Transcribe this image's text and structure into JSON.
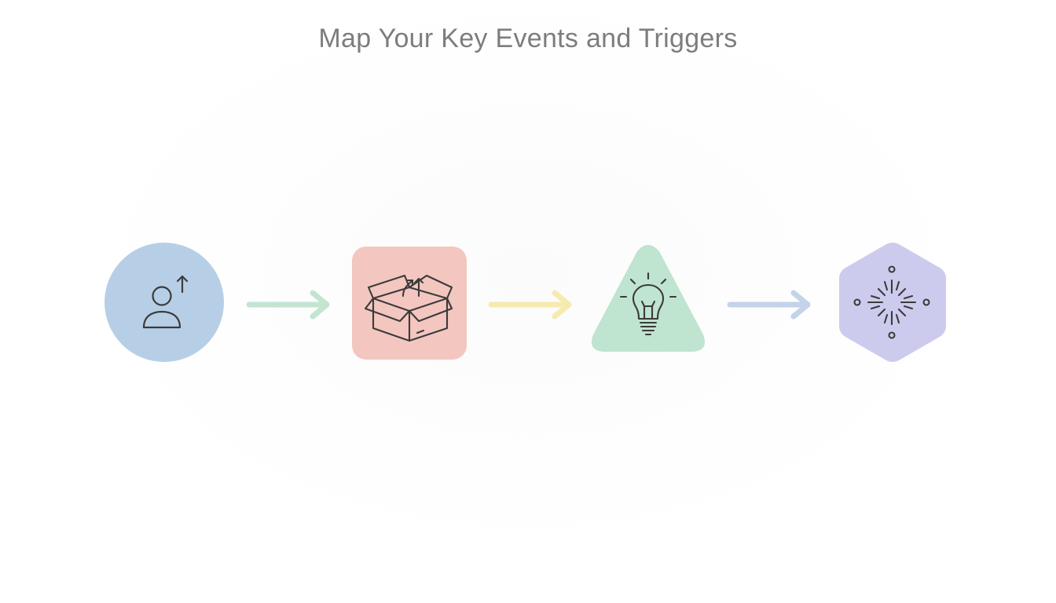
{
  "diagram": {
    "title": "Map Your Key Events and Triggers",
    "steps": [
      {
        "shape": "circle",
        "icon": "user-up-icon",
        "color": "#b7cfe6"
      },
      {
        "shape": "rounded-square",
        "icon": "open-box-icon",
        "color": "#f4c6c0"
      },
      {
        "shape": "triangle",
        "icon": "lightbulb-icon",
        "color": "#bfe4cf"
      },
      {
        "shape": "hexagon",
        "icon": "sparkle-burst-icon",
        "color": "#cdcbed"
      }
    ],
    "connectors": [
      {
        "color": "#c3e4d1"
      },
      {
        "color": "#f6eab0"
      },
      {
        "color": "#c4d3ea"
      }
    ],
    "icon_stroke": "#3b3b3b"
  }
}
